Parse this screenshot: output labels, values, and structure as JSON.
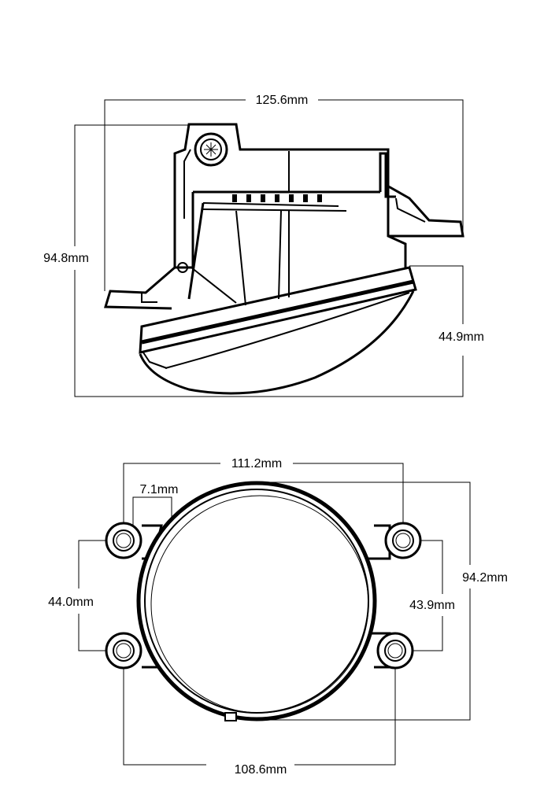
{
  "side_view": {
    "dimensions": {
      "overall_width": "125.6mm",
      "overall_height": "94.8mm",
      "lens_height": "44.9mm"
    }
  },
  "front_view": {
    "dimensions": {
      "top_hole_spacing": "111.2mm",
      "hole_offset": "7.1mm",
      "left_hole_spacing": "44.0mm",
      "right_hole_spacing": "43.9mm",
      "diameter": "94.2mm",
      "bottom_hole_spacing": "108.6mm"
    }
  }
}
